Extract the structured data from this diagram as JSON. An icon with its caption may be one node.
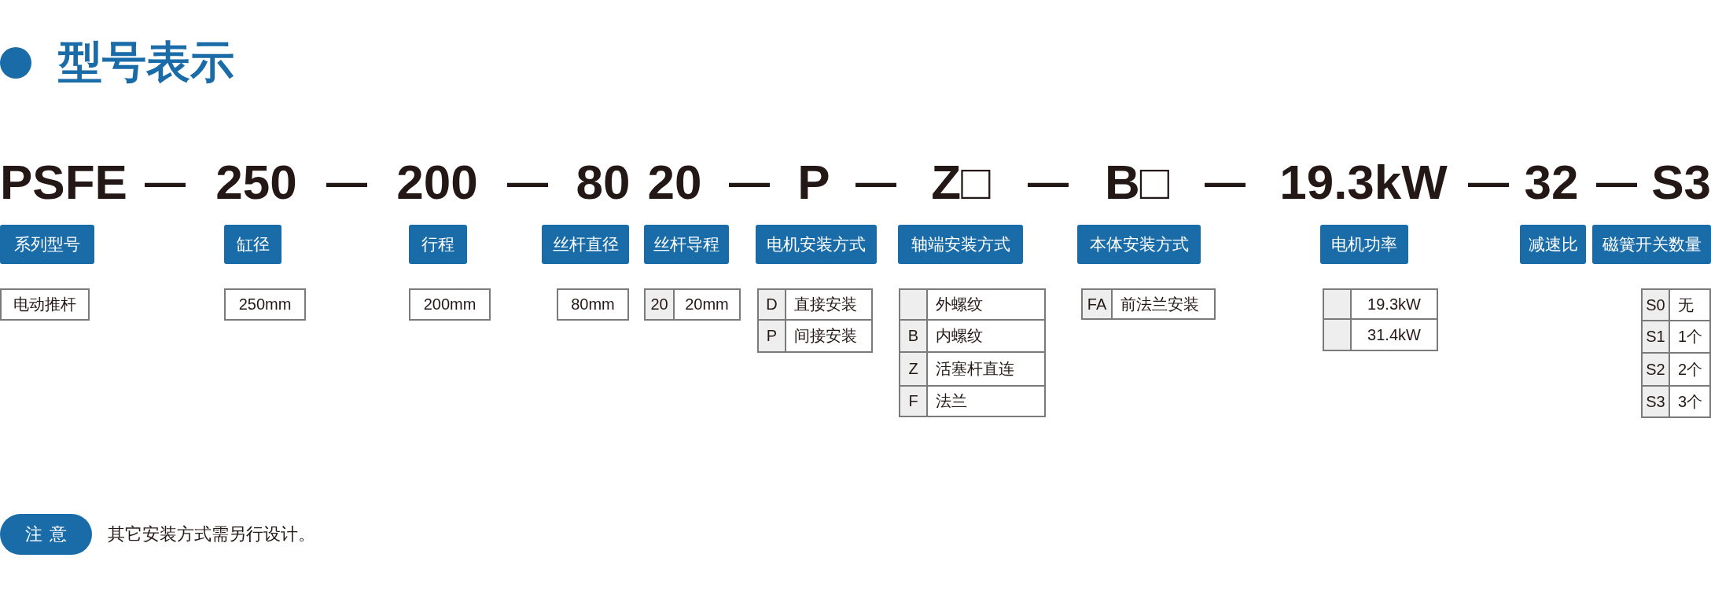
{
  "diagram": {
    "title": "型号表示",
    "nodes": [
      {
        "text": [
          "系列型号"
        ]
      },
      {
        "text": [
          "缸径"
        ]
      },
      {
        "text": [
          "行程"
        ]
      },
      {
        "text": [
          "丝杆直径"
        ]
      },
      {
        "text": [
          "丝杆导程"
        ]
      },
      {
        "text": [
          "电机安装方式"
        ]
      },
      {
        "text": [
          "轴端安装方式"
        ]
      },
      {
        "text": [
          "本体安装方式"
        ]
      },
      {
        "text": [
          "电机功率"
        ]
      },
      {
        "text": [
          "减速比"
        ]
      },
      {
        "text": [
          "磁簧开关数量"
        ]
      },
      {
        "text": [
          "电动推杆"
        ]
      },
      {
        "text": [
          "250mm"
        ]
      },
      {
        "text": [
          "200mm"
        ]
      },
      {
        "text": [
          "80mm"
        ]
      },
      {
        "text": [
          "20"
        ]
      },
      {
        "text": [
          "20mm"
        ]
      },
      {
        "text": [
          "D"
        ]
      },
      {
        "text": [
          "直接安装"
        ]
      },
      {
        "text": [],
        "shape": "box"
      },
      {
        "text": [
          "外螺纹"
        ]
      },
      {
        "text": [
          "FA"
        ]
      },
      {
        "text": [
          "前法兰安装"
        ]
      },
      {
        "text": [],
        "shape": "box"
      },
      {
        "text": [
          "19.3kW"
        ]
      },
      {
        "text": [
          "S0"
        ]
      },
      {
        "text": [
          "无"
        ]
      },
      {
        "text": [
          "P"
        ]
      },
      {
        "text": [
          "间接安装"
        ]
      },
      {
        "text": [
          "B"
        ]
      },
      {
        "text": [
          "内螺纹"
        ]
      },
      {
        "text": [],
        "shape": "box"
      },
      {
        "text": [
          "31.4kW"
        ]
      },
      {
        "text": [
          "S1"
        ]
      },
      {
        "text": [
          "1个"
        ]
      },
      {
        "text": [
          "Z"
        ]
      },
      {
        "text": [
          "活塞杆直连"
        ]
      },
      {
        "text": [
          "S2"
        ]
      },
      {
        "text": [
          "2个"
        ]
      },
      {
        "text": [
          "F"
        ]
      },
      {
        "text": [
          "法兰"
        ]
      },
      {
        "text": [
          "S3"
        ]
      },
      {
        "text": [
          "3个"
        ]
      },
      {
        "text": [
          "注意"
        ]
      }
    ],
    "labels": [
      "PSFE",
      "—",
      "250",
      "—",
      "200",
      "—",
      "80",
      "20",
      "—",
      "P",
      "—",
      "Z□",
      "—",
      "B□",
      "—",
      "19.3kW",
      "—",
      "32",
      "—",
      "S3",
      "其它安装方式需另行设计。"
    ]
  }
}
